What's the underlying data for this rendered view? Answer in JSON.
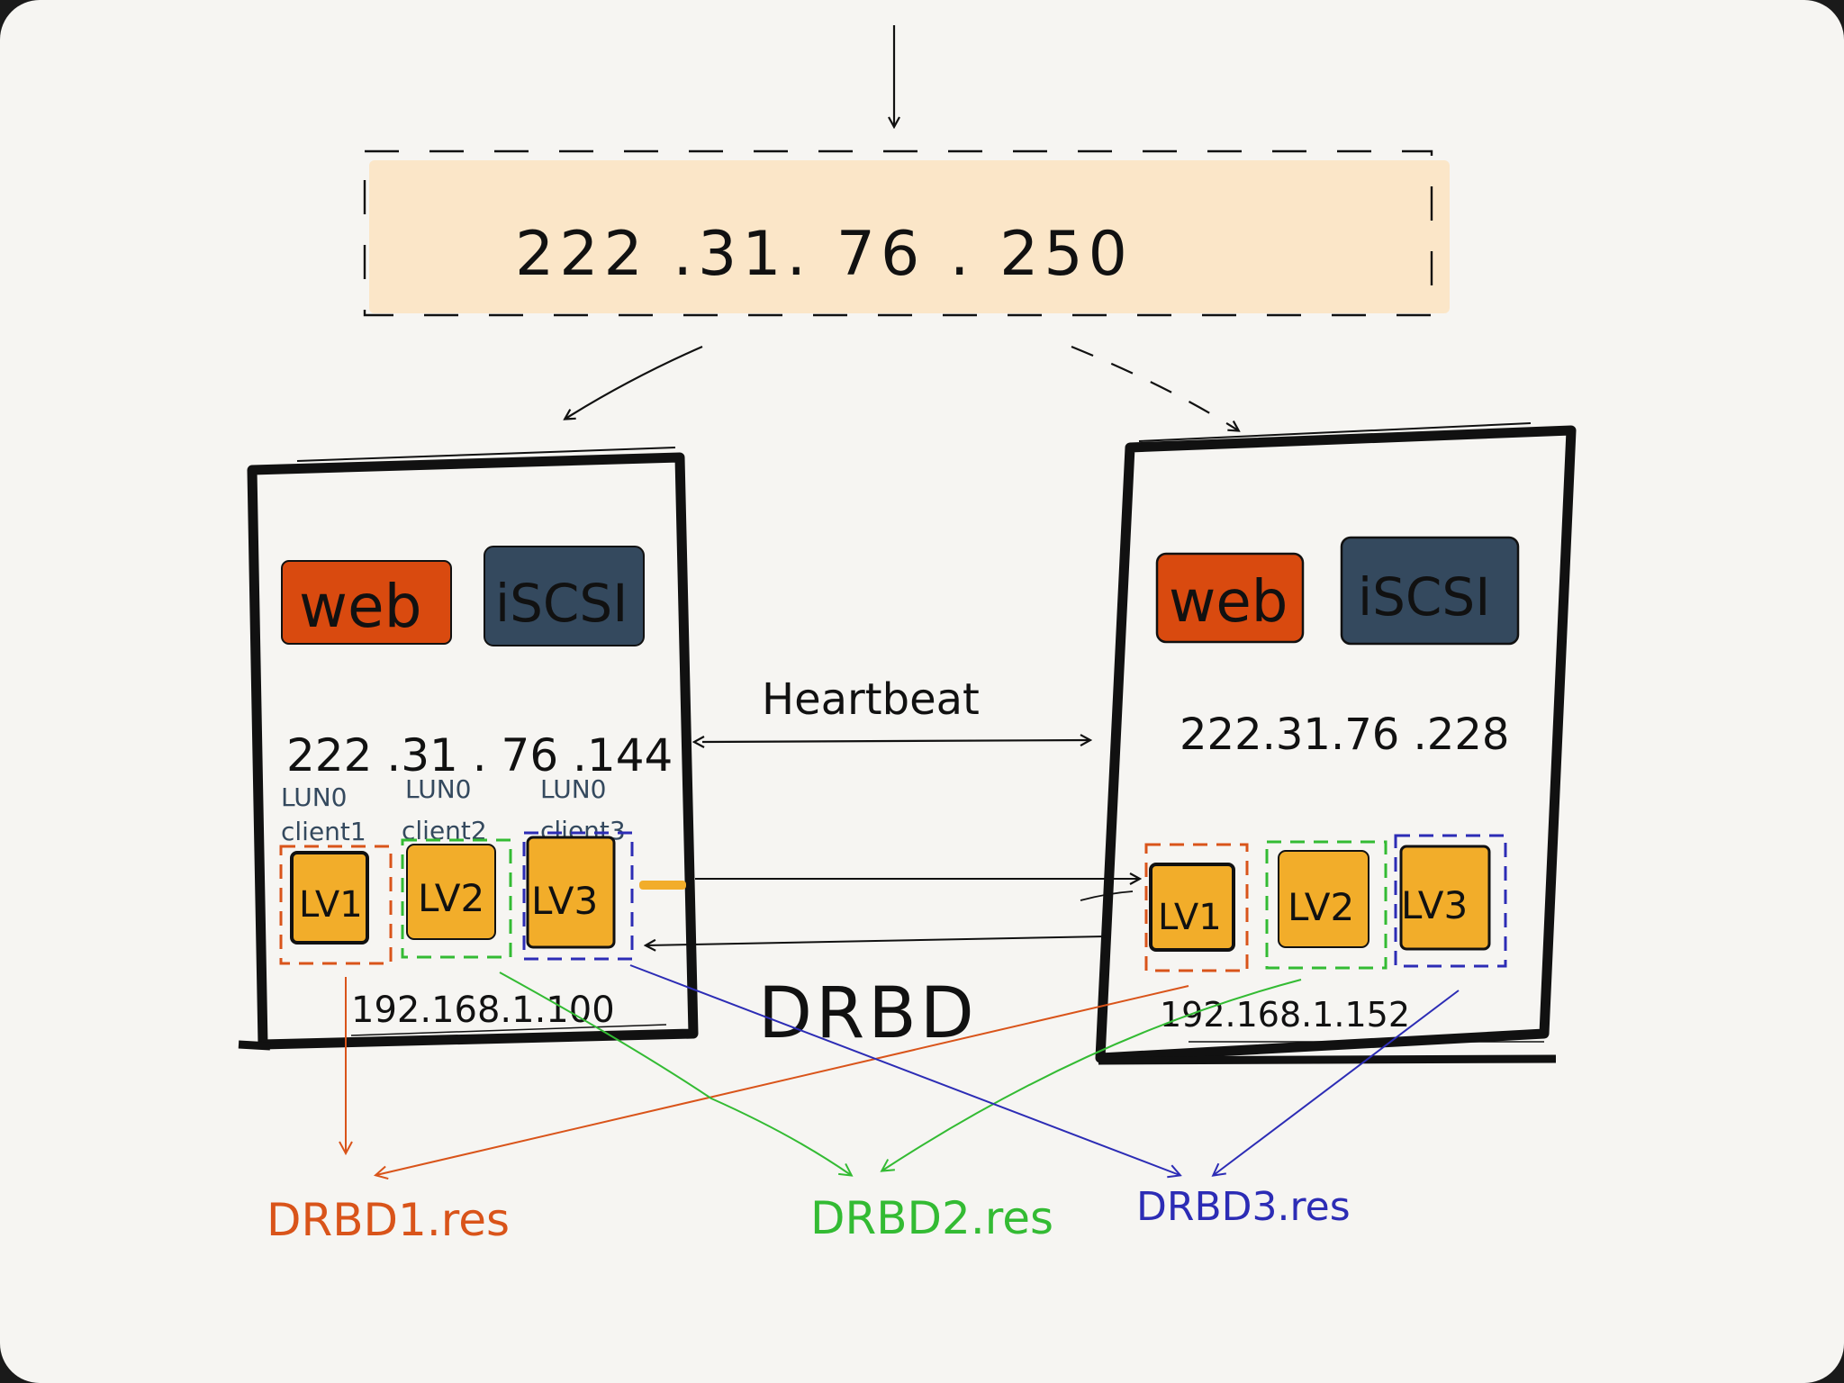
{
  "vip": "222 .31. 76 . 250",
  "heartbeat_label": "Heartbeat",
  "drbd_label": "DRBD",
  "colors": {
    "background": "#f6f5f2",
    "vip_fill": "#fbe6c8",
    "web_fill": "#d94a0f",
    "iscsi_fill": "#34495e",
    "lv_fill": "#f2ad2a",
    "drbd1": "#d9541a",
    "drbd2": "#33bb33",
    "drbd3": "#2c2cb5",
    "lun_text": "#34495e",
    "ink": "#111111"
  },
  "left_node": {
    "web": "web",
    "iscsi": "iSCSI",
    "public_ip": "222 .31 . 76 .144",
    "luns": [
      {
        "line1": "LUN0",
        "line2": "client1"
      },
      {
        "line1": "LUN0",
        "line2": "client2"
      },
      {
        "line1": "LUN0",
        "line2": "client3"
      }
    ],
    "lvs": [
      "LV1",
      "LV2",
      "LV3"
    ],
    "private_ip": "192.168.1.100"
  },
  "right_node": {
    "web": "web",
    "iscsi": "iSCSI",
    "public_ip": "222.31.76 .228",
    "lvs": [
      "LV1",
      "LV2",
      "LV3"
    ],
    "private_ip": "192.168.1.152"
  },
  "resources": [
    "DRBD1.res",
    "DRBD2.res",
    "DRBD3.res"
  ]
}
